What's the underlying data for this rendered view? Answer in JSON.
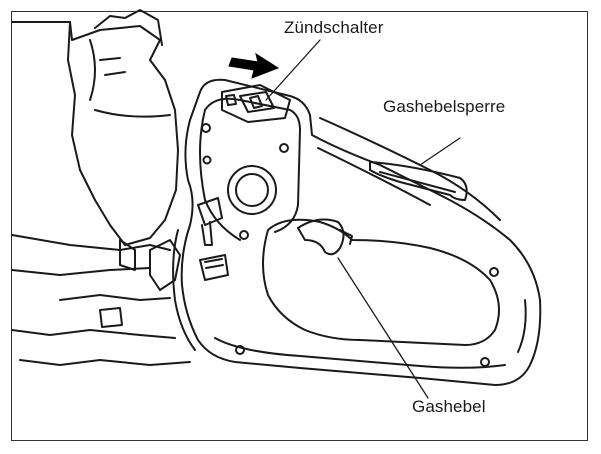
{
  "figure": {
    "labels": {
      "ignition_switch": "Zündschalter",
      "throttle_lock": "Gashebelsperre",
      "throttle_trigger": "Gashebel"
    },
    "colors": {
      "line": "#1a1a1a",
      "background": "#ffffff",
      "arrow": "#000000"
    }
  }
}
